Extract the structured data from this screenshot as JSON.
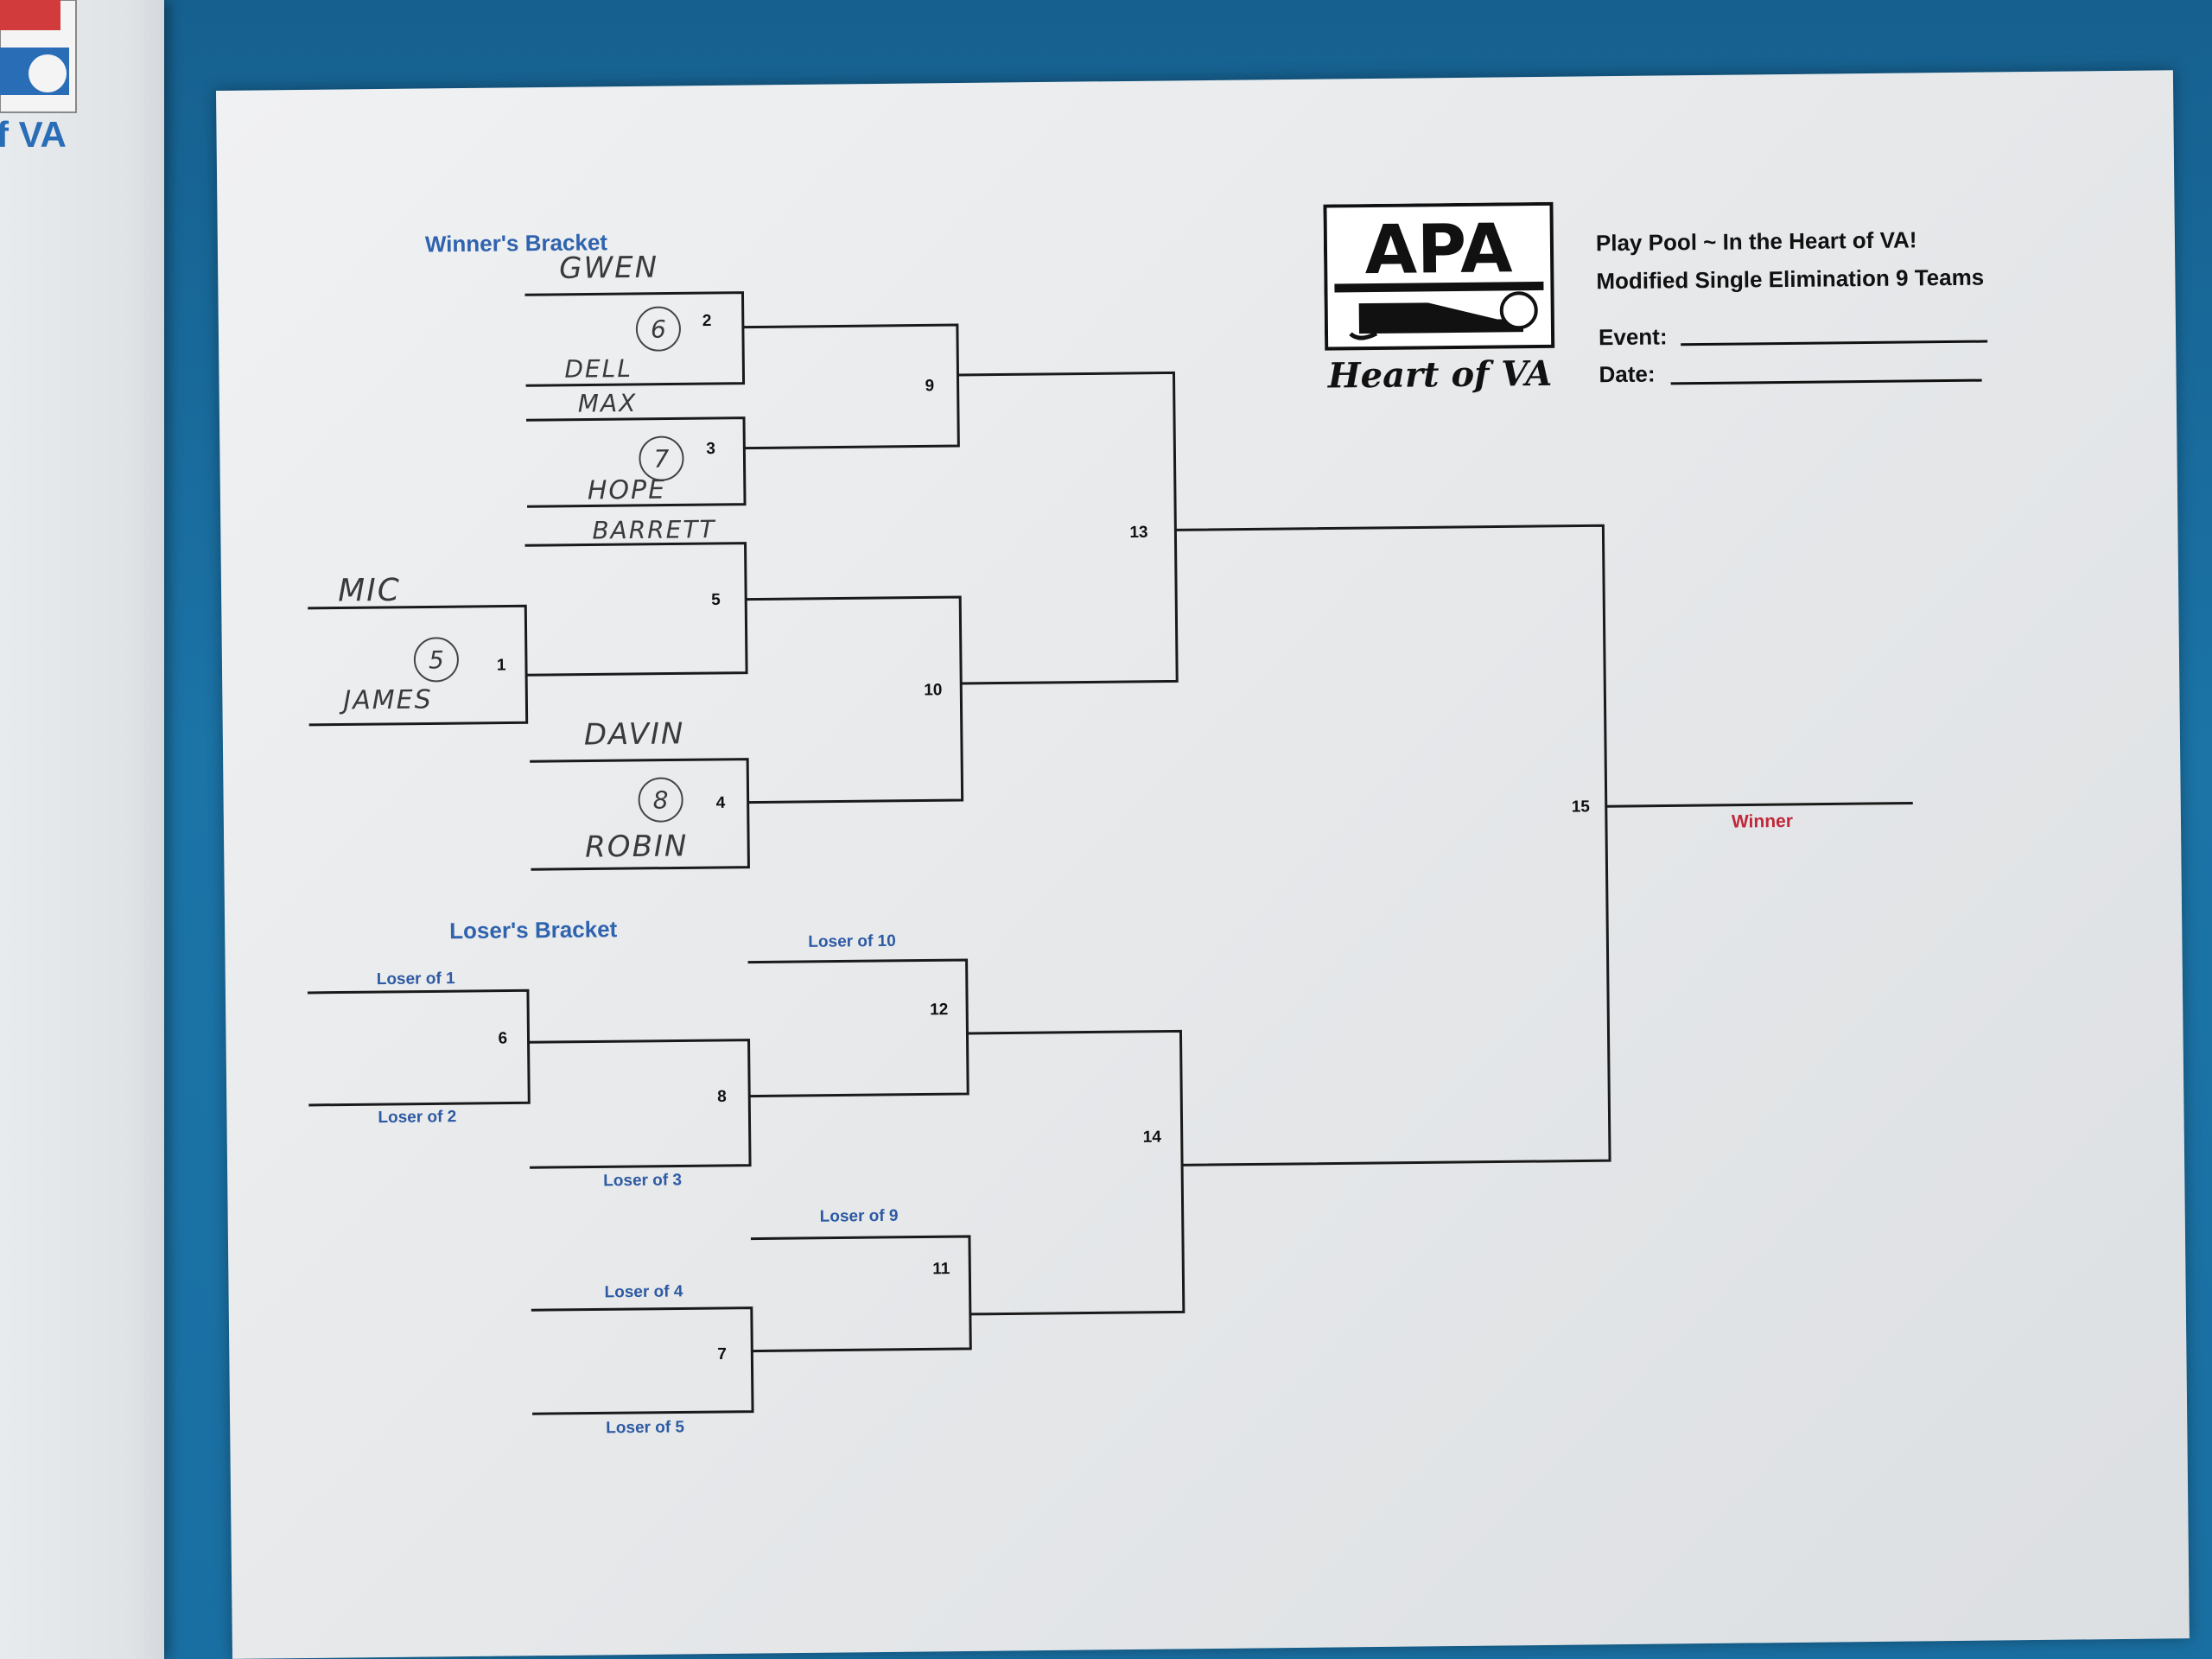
{
  "left_sheet": {
    "text": "f VA"
  },
  "header": {
    "title_line1": "Play Pool ~ In the Heart of VA!",
    "title_line2": "Modified Single Elimination  9 Teams",
    "event_label": "Event:",
    "date_label": "Date:"
  },
  "logo": {
    "wordmark": "APA",
    "script": "Heart of VA"
  },
  "winners_bracket": {
    "heading": "Winner's Bracket",
    "handwritten": {
      "gwen": "GWEN",
      "dell": "DELL",
      "max": "MAX",
      "hope": "HOPE",
      "barrett": "BARRETT",
      "mic": "MIC",
      "james": "JAMES",
      "davin": "DAVIN",
      "robin": "ROBIN",
      "circle_6": "6",
      "circle_7": "7",
      "circle_5": "5",
      "circle_8": "8"
    },
    "match_numbers": {
      "m1": "1",
      "m2": "2",
      "m3": "3",
      "m4": "4",
      "m5": "5",
      "m9": "9",
      "m10": "10",
      "m13": "13"
    }
  },
  "losers_bracket": {
    "heading": "Loser's  Bracket",
    "labels": {
      "loser_of_1": "Loser of 1",
      "loser_of_2": "Loser of 2",
      "loser_of_3": "Loser of 3",
      "loser_of_4": "Loser of 4",
      "loser_of_5": "Loser of 5",
      "loser_of_9": "Loser of 9",
      "loser_of_10": "Loser of 10"
    },
    "match_numbers": {
      "m6": "6",
      "m7": "7",
      "m8": "8",
      "m11": "11",
      "m12": "12",
      "m14": "14"
    }
  },
  "final": {
    "match_number": "15",
    "winner_label": "Winner"
  },
  "colors": {
    "heading_blue": "#2f63ae",
    "winner_red": "#c0283a",
    "cloth_blue": "#1a6d9e",
    "logo_red": "#d23b3b"
  }
}
